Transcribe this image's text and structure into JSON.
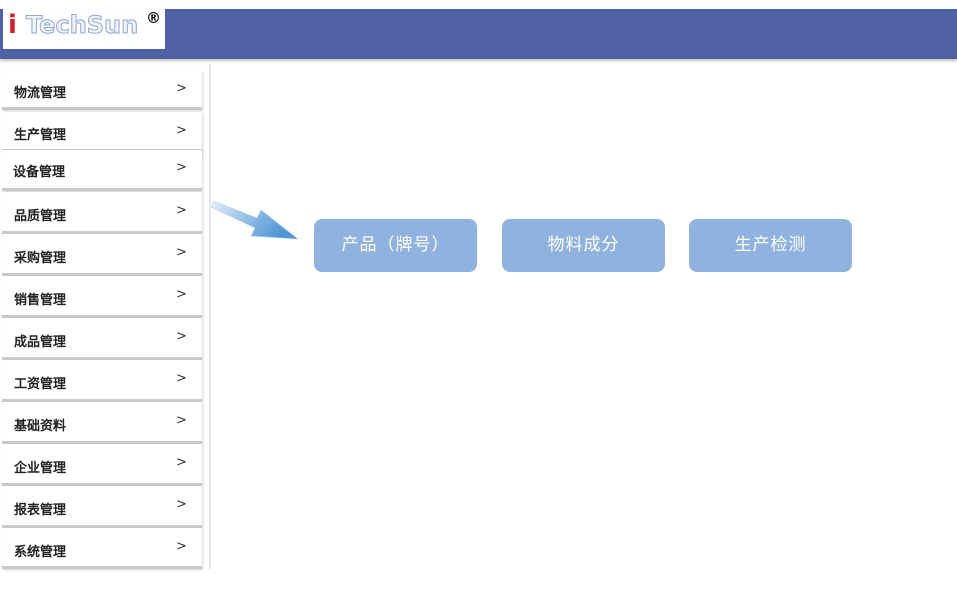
{
  "header": {
    "logo": {
      "prefix": "i",
      "word": "TechSun",
      "registered": "®"
    },
    "colors": {
      "bar": "#4f61a4",
      "logo_red": "#d4202a"
    }
  },
  "sidebar": {
    "items": [
      {
        "label": "物流管理",
        "chevron": ">"
      },
      {
        "label": "生产管理",
        "chevron": ">"
      },
      {
        "label": "设备管理",
        "chevron": ">"
      },
      {
        "label": "品质管理",
        "chevron": ">"
      },
      {
        "label": "采购管理",
        "chevron": ">"
      },
      {
        "label": "销售管理",
        "chevron": ">"
      },
      {
        "label": "成品管理",
        "chevron": ">"
      },
      {
        "label": "工资管理",
        "chevron": ">"
      },
      {
        "label": "基础资料",
        "chevron": ">"
      },
      {
        "label": "企业管理",
        "chevron": ">"
      },
      {
        "label": "报表管理",
        "chevron": ">"
      },
      {
        "label": "系统管理",
        "chevron": ">"
      }
    ]
  },
  "main": {
    "pointer_icon": "arrow-right-icon",
    "buttons": [
      {
        "label": "产品（牌号）"
      },
      {
        "label": "物料成分"
      },
      {
        "label": "生产检测"
      }
    ],
    "button_color": "#8fb2df"
  }
}
